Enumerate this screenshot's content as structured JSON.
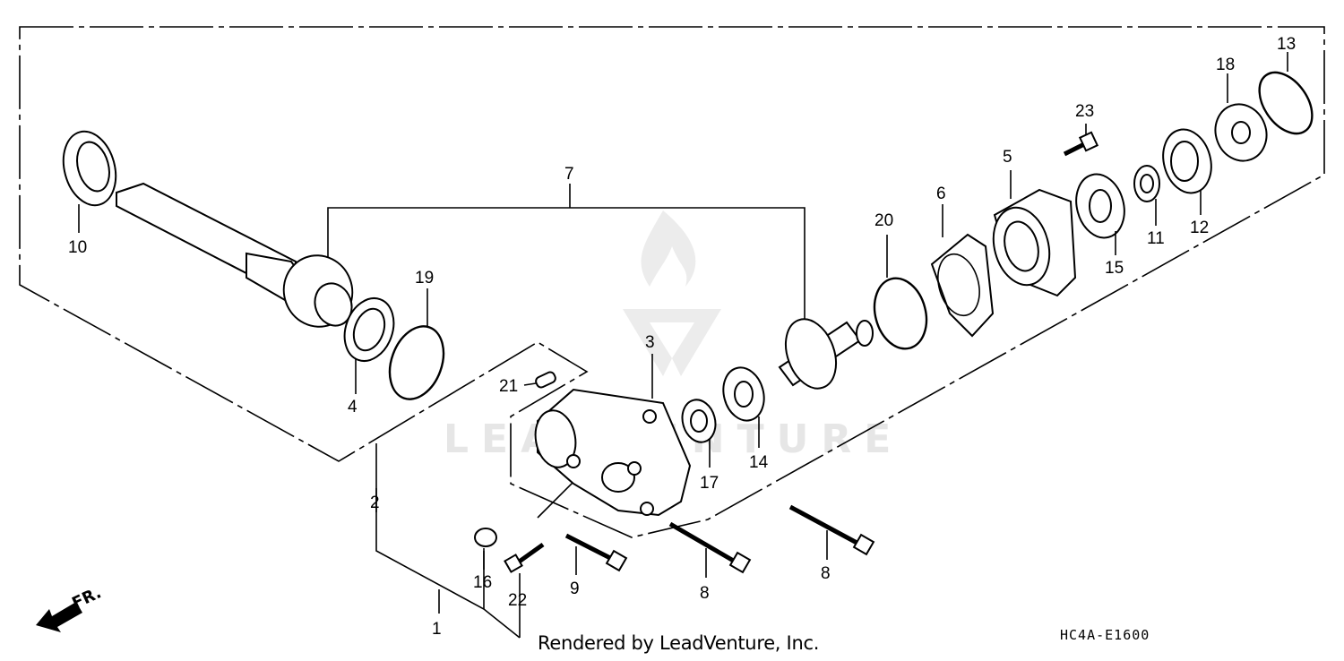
{
  "diagram": {
    "footer_text": "Rendered by LeadVenture, Inc.",
    "diagram_code": "HC4A-E1600",
    "watermark_text": "LEADVENTURE",
    "direction_label": "FR.",
    "callouts": [
      "1",
      "2",
      "3",
      "4",
      "5",
      "6",
      "7",
      "8",
      "8",
      "9",
      "10",
      "11",
      "12",
      "13",
      "14",
      "15",
      "16",
      "17",
      "18",
      "19",
      "20",
      "21",
      "22",
      "23"
    ]
  }
}
